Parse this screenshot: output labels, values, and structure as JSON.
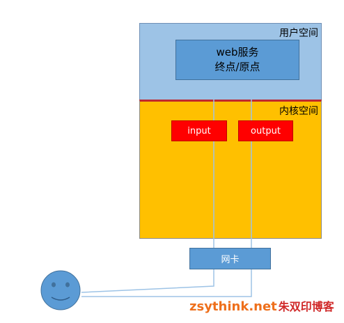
{
  "diagram": {
    "user_space_label": "用户空间",
    "kernel_space_label": "内核空间",
    "web_service": {
      "line1": "web服务",
      "line2": "终点/原点"
    },
    "input_label": "input",
    "output_label": "output",
    "nic_label": "网卡",
    "user_icon": "smiley-face-icon"
  },
  "watermark": {
    "part1": "zsythink",
    "part2": ".net",
    "part3": "朱双印博客"
  },
  "colors": {
    "user_space": "#9dc3e6",
    "kernel_space": "#ffc000",
    "divider": "#c0282e",
    "web_service": "#5b9bd5",
    "chain_box": "#ff0000",
    "nic": "#5b9bd5",
    "connector": "#9dc3e6"
  }
}
